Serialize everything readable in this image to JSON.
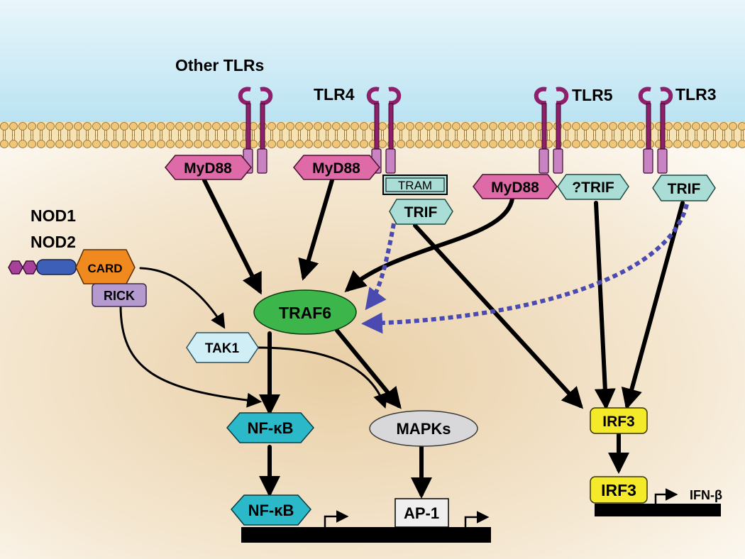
{
  "receptors": {
    "other_tlrs": "Other TLRs",
    "tlr4": "TLR4",
    "tlr5": "TLR5",
    "tlr3": "TLR3"
  },
  "adaptors": {
    "myd88_other": "MyD88",
    "myd88_tlr4": "MyD88",
    "tram": "TRAM",
    "trif_tlr4": "TRIF",
    "myd88_tlr5": "MyD88",
    "trif_tlr5": "?TRIF",
    "trif_tlr3": "TRIF"
  },
  "nod": {
    "nod1": "NOD1",
    "nod2": "NOD2",
    "card": "CARD",
    "rick": "RICK"
  },
  "signaling": {
    "traf6": "TRAF6",
    "tak1": "TAK1",
    "nfkb": "NF-κB",
    "mapks": "MAPKs",
    "irf3": "IRF3"
  },
  "nuclear": {
    "nfkb": "NF-κB",
    "ap1": "AP-1",
    "irf3": "IRF3",
    "ifnb": "IFN-β"
  },
  "colors": {
    "extracellular": "#bfe6f4",
    "membrane_head": "#f0c77a",
    "cytoplasm": "#f4e6cc",
    "receptor": "#8e1f6a",
    "myd88": "#df6aa8",
    "trif": "#a9ddd6",
    "traf6": "#3cb54a",
    "nfkb": "#2bb8c8",
    "irf3": "#f5ea2a",
    "card": "#f08a1f",
    "rick": "#b59ad0",
    "dashed_arrow": "#4a4ab0"
  }
}
